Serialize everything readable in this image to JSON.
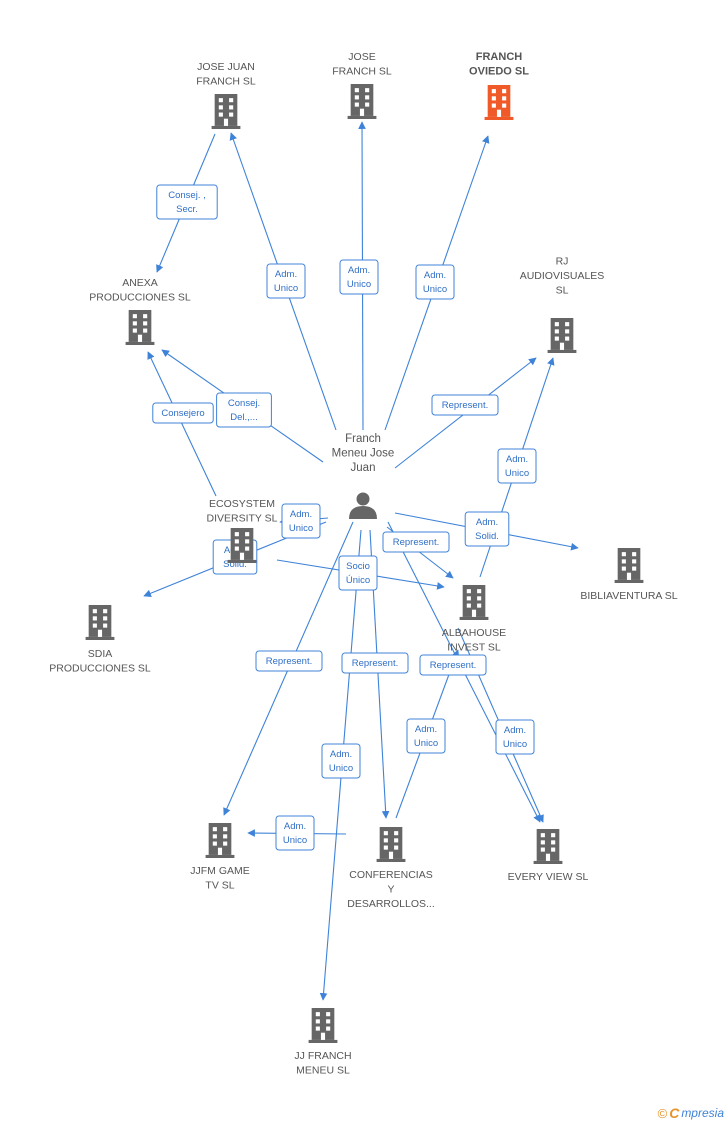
{
  "colors": {
    "edge": "#3f83d8",
    "building": "#666666",
    "highlight": "#f05a28",
    "person": "#666666"
  },
  "center": {
    "id": "person",
    "lines": [
      "Franch",
      "Meneu Jose",
      "Juan"
    ],
    "icon": "person-icon"
  },
  "nodes": [
    {
      "id": "josejuan",
      "lines": [
        "JOSE JUAN",
        "FRANCH SL"
      ],
      "icon": "building-icon"
    },
    {
      "id": "josefranch",
      "lines": [
        "JOSE",
        "FRANCH SL"
      ],
      "icon": "building-icon"
    },
    {
      "id": "franchoviedo",
      "lines": [
        "FRANCH",
        "OVIEDO SL"
      ],
      "icon": "building-icon",
      "highlight": true
    },
    {
      "id": "anexa",
      "lines": [
        "ANEXA",
        "PRODUCCIONES SL"
      ],
      "icon": "building-icon"
    },
    {
      "id": "rj",
      "lines": [
        "RJ",
        "AUDIOVISUALES",
        "SL"
      ],
      "icon": "building-icon"
    },
    {
      "id": "ecosystem",
      "lines": [
        "ECOSYSTEM",
        "DIVERSITY SL"
      ],
      "icon": "building-icon"
    },
    {
      "id": "biblia",
      "lines": [
        "BIBLIAVENTURA SL"
      ],
      "icon": "building-icon"
    },
    {
      "id": "sdia",
      "lines": [
        "SDIA",
        "PRODUCCIONES SL"
      ],
      "icon": "building-icon"
    },
    {
      "id": "albahouse",
      "lines": [
        "ALBAHOUSE",
        "INVEST SL"
      ],
      "icon": "building-icon"
    },
    {
      "id": "jjfm",
      "lines": [
        "JJFM GAME",
        "TV  SL"
      ],
      "icon": "building-icon"
    },
    {
      "id": "conferencias",
      "lines": [
        "CONFERENCIAS",
        "Y",
        "DESARROLLOS..."
      ],
      "icon": "building-icon"
    },
    {
      "id": "everyview",
      "lines": [
        "EVERY VIEW SL"
      ],
      "icon": "building-icon"
    },
    {
      "id": "jjfranch",
      "lines": [
        "JJ FRANCH",
        "MENEU SL"
      ],
      "icon": "building-icon"
    }
  ],
  "edges": [
    {
      "from": "josejuan",
      "to": "anexa",
      "label": [
        "Consej. ,",
        "Secr."
      ]
    },
    {
      "from": "person",
      "to": "josejuan",
      "label": [
        "Adm.",
        "Unico"
      ]
    },
    {
      "from": "person",
      "to": "josefranch",
      "label": [
        "Adm.",
        "Unico"
      ]
    },
    {
      "from": "person",
      "to": "franchoviedo",
      "label": [
        "Adm.",
        "Unico"
      ]
    },
    {
      "from": "person",
      "to": "anexa",
      "label": [
        "Consej.",
        "Del.,..."
      ]
    },
    {
      "from": "ecosystem",
      "to": "anexa",
      "label": [
        "Consejero"
      ]
    },
    {
      "from": "person",
      "to": "rj",
      "label": [
        "Represent."
      ]
    },
    {
      "from": "albahouse",
      "to": "rj",
      "label": [
        "Adm.",
        "Unico"
      ]
    },
    {
      "from": "person",
      "to": "biblia",
      "label": [
        "Adm.",
        "Solid."
      ]
    },
    {
      "from": "person",
      "to": "ecosystem",
      "label": [
        "Adm.",
        "Unico"
      ]
    },
    {
      "from": "person",
      "to": "sdia",
      "label": [
        "Adm.",
        "Solid."
      ]
    },
    {
      "from": "person",
      "to": "albahouse",
      "label": [
        "Represent."
      ]
    },
    {
      "from": "ecosystem",
      "to": "albahouse",
      "label": [
        "Socio",
        "Único"
      ]
    },
    {
      "from": "person",
      "to": "jjfm",
      "label": [
        "Represent."
      ]
    },
    {
      "from": "person",
      "to": "conferencias",
      "label": [
        "Represent."
      ]
    },
    {
      "from": "person",
      "to": "everyview",
      "label": [
        "Represent."
      ]
    },
    {
      "from": "person",
      "to": "jjfranch",
      "label": [
        "Adm.",
        "Unico"
      ]
    },
    {
      "from": "conferencias",
      "to": "albahouse",
      "label": [
        "Adm.",
        "Unico"
      ]
    },
    {
      "from": "albahouse",
      "to": "everyview",
      "label": [
        "Adm.",
        "Unico"
      ]
    },
    {
      "from": "conferencias",
      "to": "jjfm",
      "label": [
        "Adm.",
        "Unico"
      ]
    }
  ],
  "footer": {
    "copyright": "©",
    "brand_first": "C",
    "brand_rest": "mpresia"
  }
}
